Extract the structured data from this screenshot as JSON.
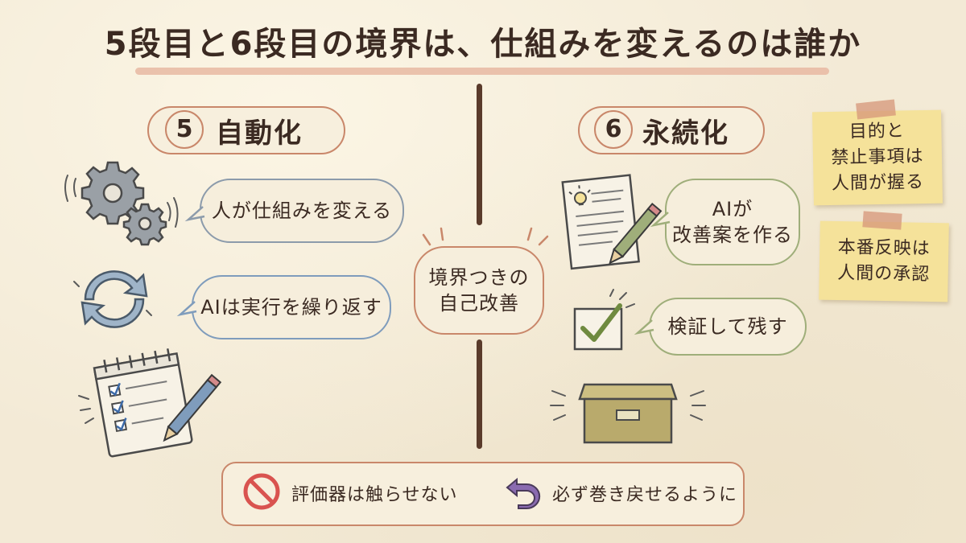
{
  "title": "5段目と6段目の境界は、仕組みを変えるのは誰か",
  "left": {
    "number": "5",
    "heading": "自動化",
    "items": [
      {
        "text": "人が仕組みを変える",
        "icon": "gears-icon"
      },
      {
        "text": "AIは実行を繰り返す",
        "icon": "cycle-arrows-icon"
      },
      {
        "text": "",
        "icon": "checklist-notepad-icon"
      }
    ]
  },
  "right": {
    "number": "6",
    "heading": "永続化",
    "items": [
      {
        "text": "AIが\n改善案を作る",
        "icon": "document-pencil-icon"
      },
      {
        "text": "検証して残す",
        "icon": "checkbox-icon"
      },
      {
        "text": "",
        "icon": "storage-box-icon"
      }
    ]
  },
  "center": {
    "text": "境界つきの\n自己改善"
  },
  "notes": [
    {
      "text": "目的と\n禁止事項は\n人間が握る"
    },
    {
      "text": "本番反映は\n人間の承認"
    }
  ],
  "bottom": [
    {
      "text": "評価器は触らせない",
      "icon": "prohibited-icon"
    },
    {
      "text": "必ず巻き戻せるように",
      "icon": "undo-arrow-icon"
    }
  ],
  "colors": {
    "accent": "#c9876a",
    "divider": "#5a3b2b",
    "blue": "#7f9cbc",
    "green": "#9fae7a",
    "sticky": "#f5e29a",
    "prohibit": "#d9534f",
    "undo": "#8a6bb0"
  }
}
